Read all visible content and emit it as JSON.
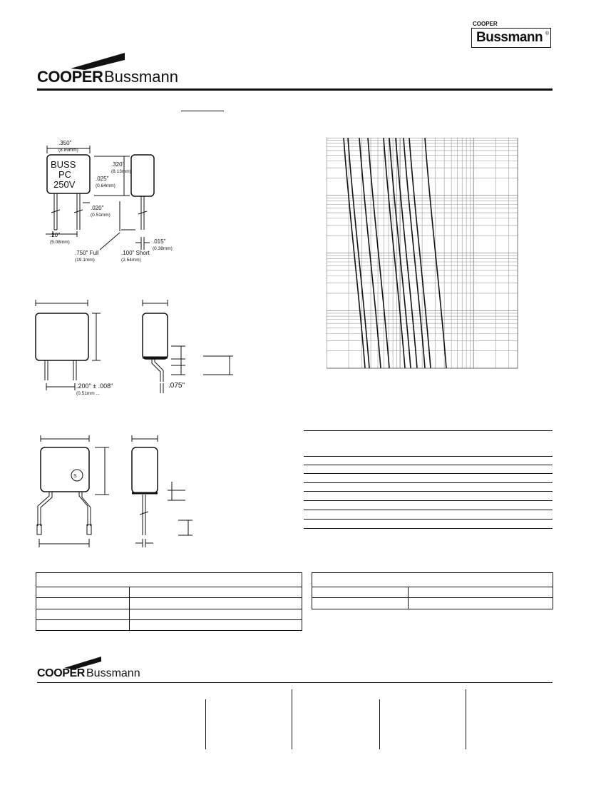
{
  "header": {
    "badge_top": "COOPER",
    "badge_brand": "Bussmann",
    "badge_mark": "®",
    "logo_cooper": "COOPER",
    "logo_bussmann": "Bussmann"
  },
  "drawing1": {
    "body_text": [
      "BUSS",
      "PC",
      "250V"
    ],
    "width": ".350\"",
    "width_mm": "(8.89mm)",
    "height": ".320\"",
    "height_mm": "(8.13mm)",
    "thickness": ".025\"",
    "thickness_mm": "(0.64mm)",
    "lead_dia": ".020\"",
    "lead_dia_mm": "(0.51mm)",
    "spacing": ".20\"",
    "spacing_mm": "(5.08mm)",
    "lead_full": ".750\" Full",
    "lead_full_mm": "(19.1mm)",
    "lead_short": ".100\" Short",
    "lead_short_mm": "(2.54mm)",
    "side_lead": ".015\"",
    "side_lead_mm": "(0.38mm)"
  },
  "drawing2": {
    "spacing": ".200\" ± .008\"",
    "spacing_mm": "(0.51mm ...",
    "offset": ".075\""
  },
  "footer": {
    "logo_cooper": "COOPER",
    "logo_bussmann": "Bussmann"
  }
}
